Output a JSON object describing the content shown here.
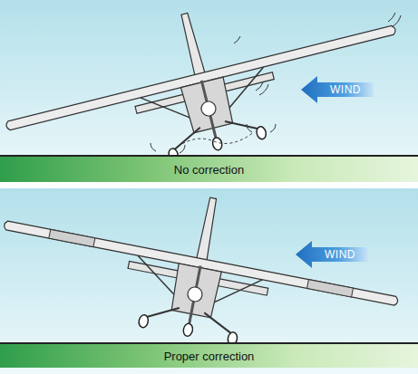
{
  "diagram": {
    "nodes": [
      {
        "text": [
          "WIND"
        ]
      },
      {
        "text": [
          "No correction"
        ]
      },
      {
        "text": [
          "WIND"
        ]
      },
      {
        "text": [
          "Proper correction"
        ]
      }
    ]
  }
}
